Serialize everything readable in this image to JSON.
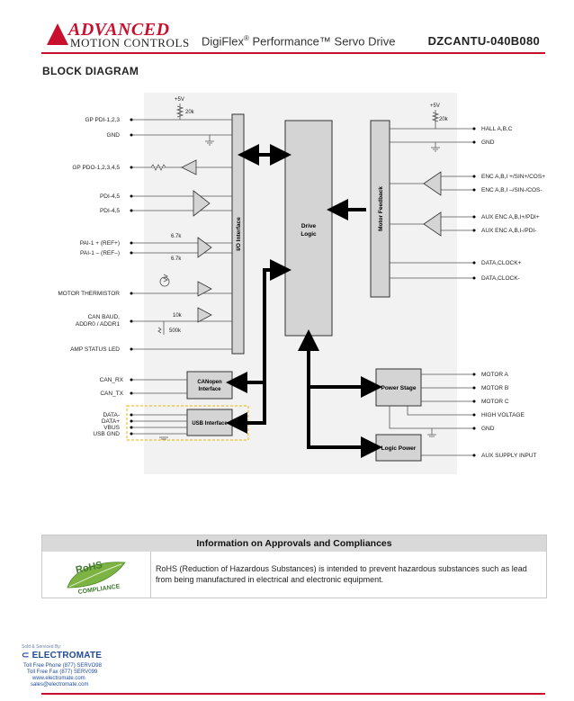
{
  "header": {
    "brand_top": "ADVANCED",
    "brand_bottom": "MOTION CONTROLS",
    "product_line": "DigiFlex",
    "product_reg": "®",
    "product_suffix": " Performance™ Servo Drive",
    "model": "DZCANTU-040B080"
  },
  "section": {
    "title": "BLOCK DIAGRAM"
  },
  "diagram": {
    "left_labels": {
      "gp_pdi": "GP PDI-1,2,3",
      "gnd": "GND",
      "gp_pdo": "GP PDO-1,2,3,4,5",
      "pdi_45a": "PDI-4,5",
      "pdi_45b": "PDI-4,5",
      "pai_ref_p": "PAI-1 + (REF+)",
      "pai_ref_m": "PAI-1 – (REF–)",
      "motor_thermistor": "MOTOR THERMISTOR",
      "can_baud_1": "CAN BAUD,",
      "can_baud_2": "ADDR0 / ADDR1",
      "amp_status": "AMP STATUS LED",
      "can_rx": "CAN_RX",
      "can_tx": "CAN_TX",
      "usb_data_m": "DATA-",
      "usb_data_p": "DATA+",
      "usb_vbus": "VBUS",
      "usb_gnd": "USB GND"
    },
    "right_labels": {
      "hall": "HALL A,B,C",
      "gnd": "GND",
      "enc_p": "ENC A,B,I +/SIN+/COS+",
      "enc_m": "ENC A,B,I –/SIN-/COS-",
      "aux_enc_p": "AUX ENC A,B,I+/PDI+",
      "aux_enc_m": "AUX ENC A,B,I-/PDI-",
      "data_clock_p": "DATA,CLOCK+",
      "data_clock_m": "DATA,CLOCK-",
      "motor_a": "MOTOR A",
      "motor_b": "MOTOR B",
      "motor_c": "MOTOR C",
      "high_voltage": "HIGH VOLTAGE",
      "gnd2": "GND",
      "aux_supply": "AUX SUPPLY INPUT"
    },
    "component_labels": {
      "v5_left": "+5V",
      "r20k_left": "20k",
      "v5_right": "+5V",
      "r20k_right": "20k",
      "r67k_a": "6.7k",
      "r67k_b": "6.7k",
      "r10k": "10k",
      "r500k": "500k"
    },
    "blocks": {
      "io_interface": "I/O Interface",
      "drive_logic_1": "Drive",
      "drive_logic_2": "Logic",
      "motor_feedback": "Motor Feedback",
      "canopen_1": "CANopen",
      "canopen_2": "Interface",
      "usb_interface": "USB Interface",
      "power_stage": "Power Stage",
      "logic_power": "Logic Power"
    }
  },
  "approvals": {
    "title": "Information on Approvals and Compliances",
    "logo_top": "RoHS",
    "logo_bottom": "COMPLIANCE",
    "text": "RoHS (Reduction of Hazardous Substances) is intended to prevent hazardous substances such as lead from being manufactured in electrical and electronic equipment."
  },
  "footer": {
    "sold_by": "Sold & Serviced By:",
    "brand": "ELECTROMATE",
    "phone": "Toll Free Phone (877) SERVO98",
    "fax": "Toll Free Fax (877) SERV099",
    "web": "www.electromate.com",
    "email": "sales@electromate.com"
  },
  "colors": {
    "accent": "#c8102e",
    "block_fill": "#d4d4d4",
    "diagram_bg": "#f2f2f2",
    "usb_highlight": "#f0c030"
  }
}
